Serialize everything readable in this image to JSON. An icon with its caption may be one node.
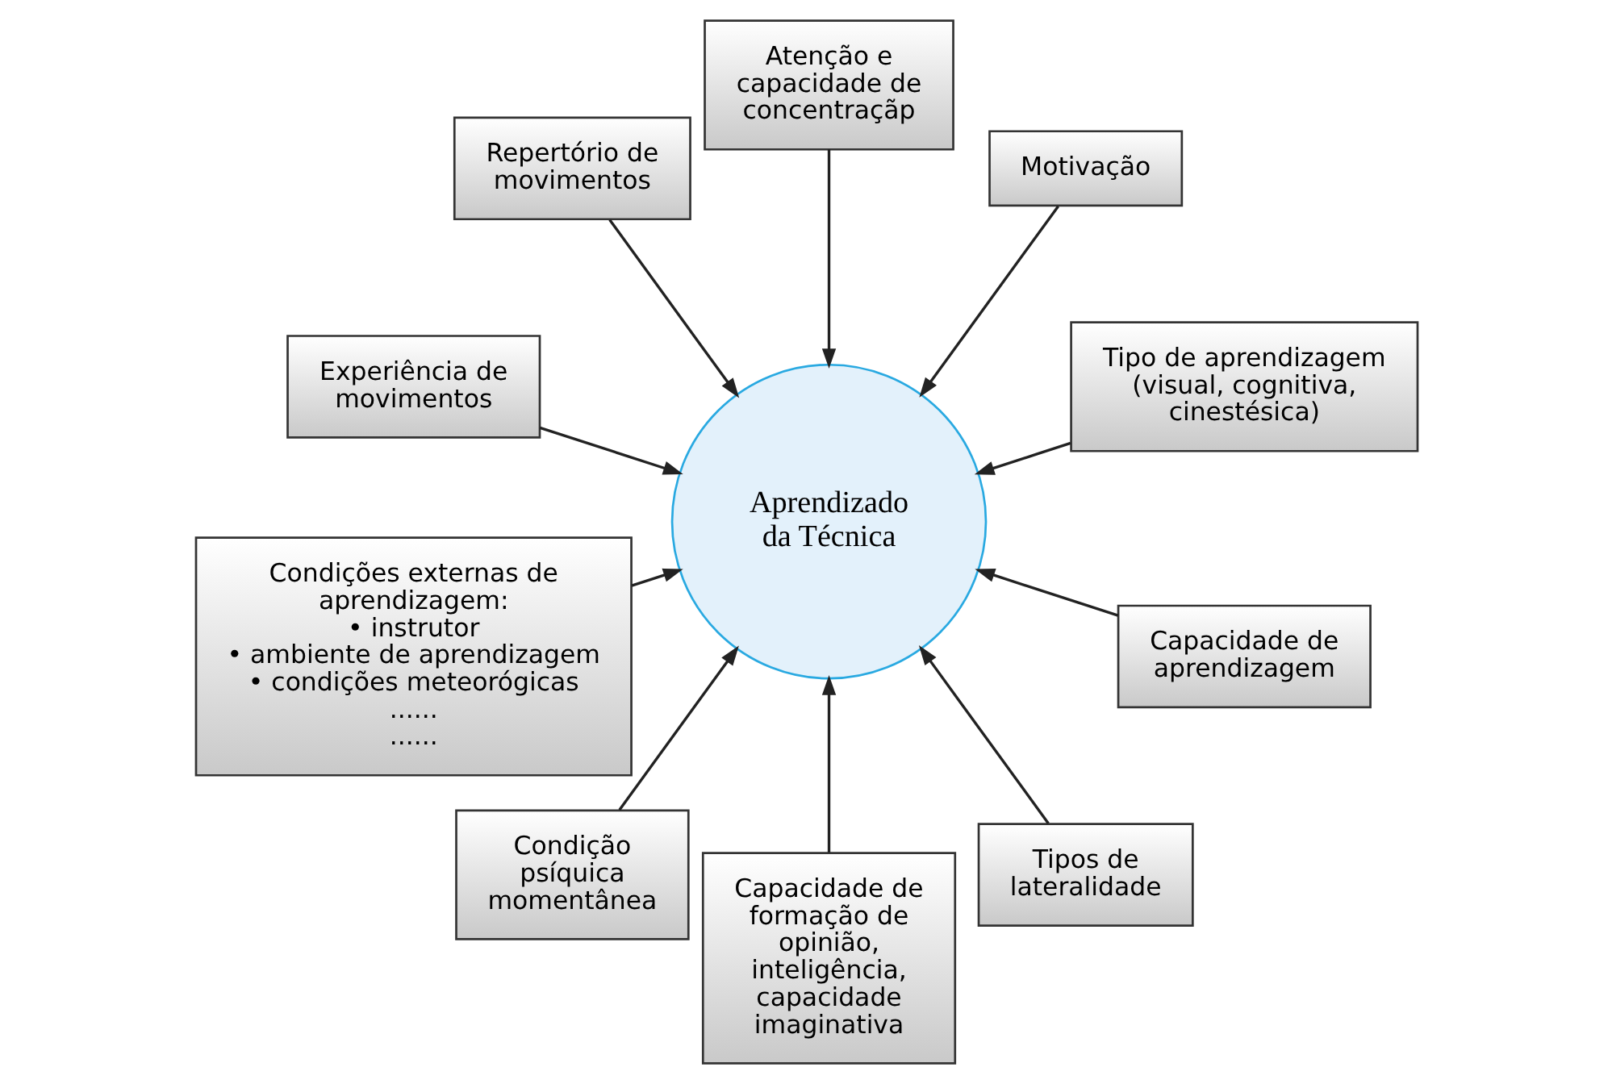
{
  "diagram": {
    "nodes": [
      {
        "text": [
          "Aprendizado da Técnica"
        ]
      },
      {
        "text": [
          "Tipo de aprendizagem (visual, cognitiva, cinestésica)"
        ]
      },
      {
        "text": [
          "Motivação"
        ]
      },
      {
        "text": [
          "Atenção e capacidade de concentraçãp"
        ]
      },
      {
        "text": [
          "Repertório de movimentos"
        ]
      },
      {
        "text": [
          "Experiência de movimentos"
        ]
      },
      {
        "text": [
          "Condições externas de aprendizagem:",
          "• instrutor",
          "• ambiente de aprendizagem",
          "• condições meteorógicas",
          "......",
          "......"
        ]
      },
      {
        "text": [
          "Condição psíquica momentânea"
        ]
      },
      {
        "text": [
          "Capacidade de formação de opinião, inteligência, capacidade imaginativa"
        ]
      },
      {
        "text": [
          "Tipos de lateralidade"
        ]
      },
      {
        "text": [
          "Capacidade de aprendizagem"
        ]
      }
    ],
    "edges": [
      {
        "from": 1,
        "to": 0,
        "arrow": "to"
      },
      {
        "from": 2,
        "to": 0,
        "arrow": "to"
      },
      {
        "from": 3,
        "to": 0,
        "arrow": "to"
      },
      {
        "from": 10,
        "to": 0,
        "arrow": "to"
      },
      {
        "from": 9,
        "to": 0,
        "arrow": "to"
      },
      {
        "from": 4,
        "to": 0,
        "arrow": "to"
      },
      {
        "from": 5,
        "to": 0,
        "arrow": "to"
      },
      {
        "from": 8,
        "to": 0,
        "arrow": "to"
      },
      {
        "from": 7,
        "to": 0,
        "arrow": "to"
      },
      {
        "from": 6,
        "to": 0,
        "arrow": "to"
      }
    ]
  }
}
